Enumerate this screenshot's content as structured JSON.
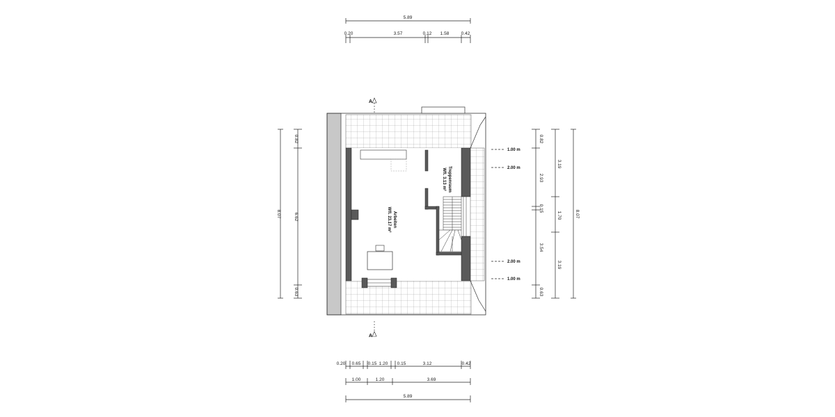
{
  "dimensions": {
    "top_total": "5.89",
    "top_segments": [
      "0.20",
      "3.57",
      "0.12",
      "1.58",
      "0.42"
    ],
    "bottom_row1": [
      "0.20",
      "0.65",
      "0.15",
      "1.20",
      "0.15",
      "3.12",
      "0.42"
    ],
    "bottom_row2": [
      "1.00",
      "1.20",
      "3.69"
    ],
    "bottom_total": "5.89",
    "left_total": "8.07",
    "left_segments": [
      "0.82",
      "6.62",
      "0.63"
    ],
    "right_inner": [
      "0.82",
      "2.93",
      "0.15",
      "3.54",
      "0.63"
    ],
    "right_mid": [
      "3.19",
      "1.70",
      "3.19"
    ],
    "right_total": "8.07"
  },
  "height_levels": {
    "top_1": "1.00 m",
    "top_2": "2.00 m",
    "bottom_2": "2.00 m",
    "bottom_1": "1.00 m"
  },
  "rooms": {
    "office_name": "Arbeiten",
    "office_area": "Wfl. 23.17 m²",
    "stair_name": "Treppenraum",
    "stair_area": "Wfl. 3.13 m²"
  },
  "section_markers": {
    "top": "A",
    "bottom": "A"
  },
  "colors": {
    "wall": "#5a5a5a",
    "chimney": "#c8c8c8",
    "line": "#222222",
    "roof_line": "#999999"
  }
}
